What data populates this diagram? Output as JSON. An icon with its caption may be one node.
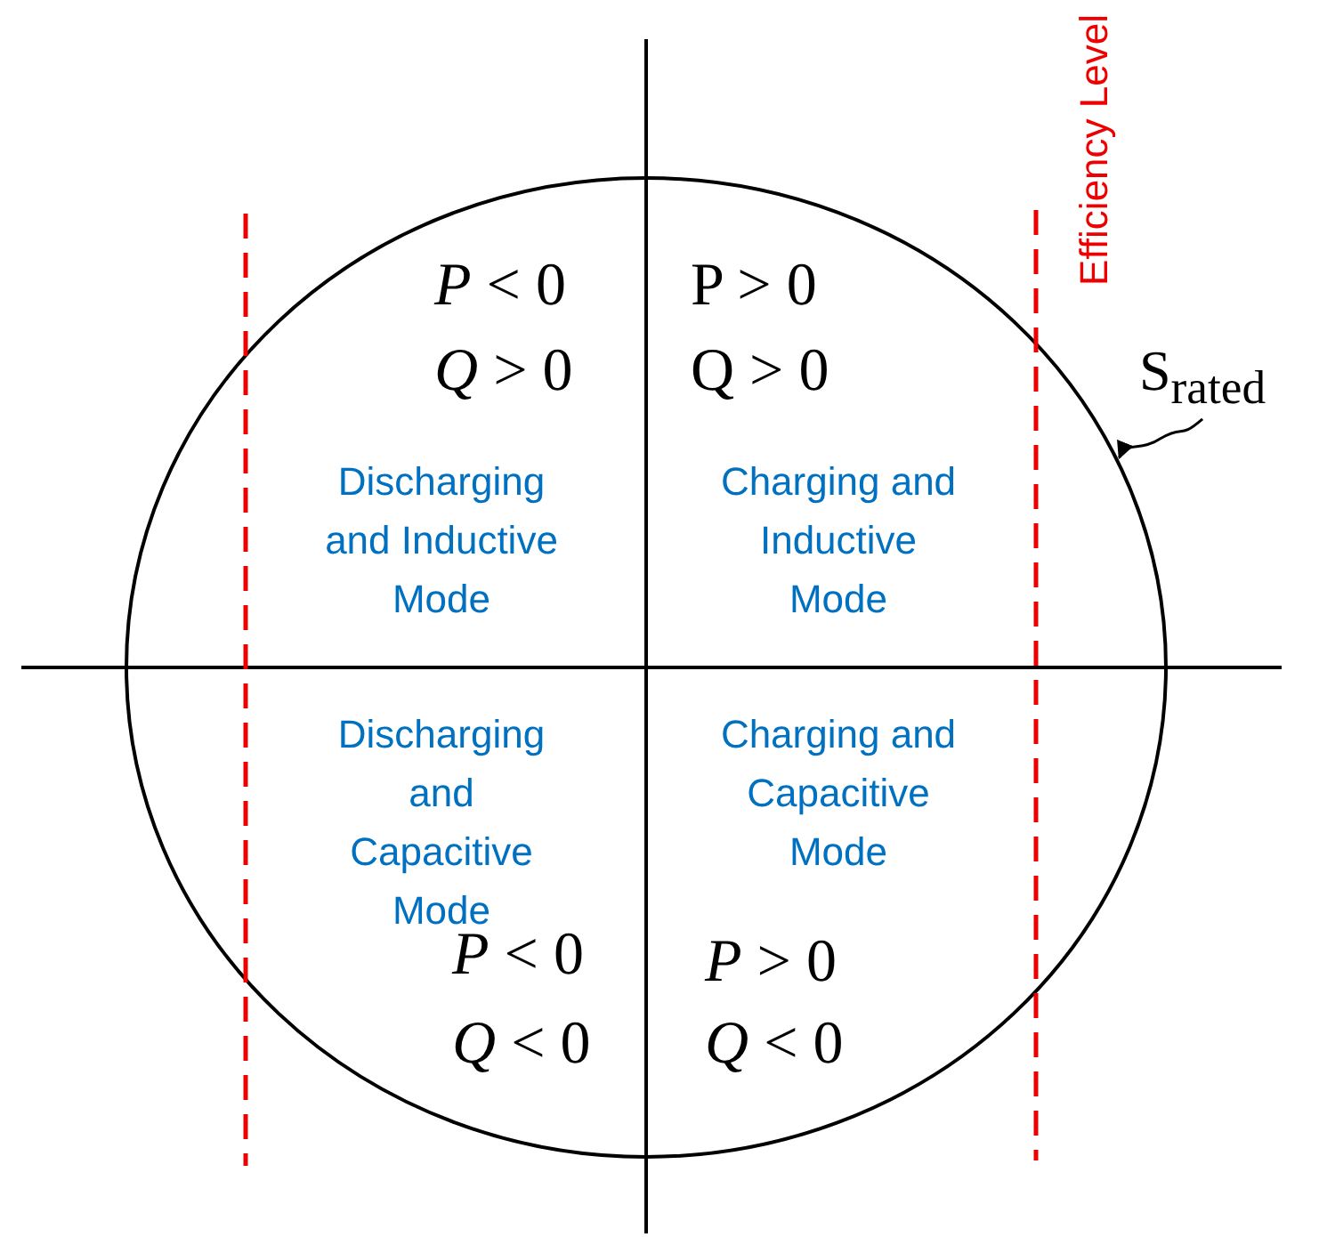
{
  "diagram": {
    "nodes": [
      {
        "text": [
          "S$_{rated}$"
        ]
      },
      {
        "text": [],
        "shape": "circle"
      }
    ],
    "edges": [
      {
        "from": 0,
        "to": 1,
        "arrow": "to"
      }
    ],
    "labels": [
      "Efficiency Level",
      "*P* < 0",
      "P > 0",
      "*Q* > 0",
      "Q > 0",
      "Discharging and Inductive Mode",
      "Charging and Inductive Mode",
      "Discharging and Capacitive Mode",
      "Charging and Capacitive Mode",
      "*P* < 0",
      "*P* > 0",
      "*Q* < 0",
      "*Q* < 0"
    ]
  }
}
